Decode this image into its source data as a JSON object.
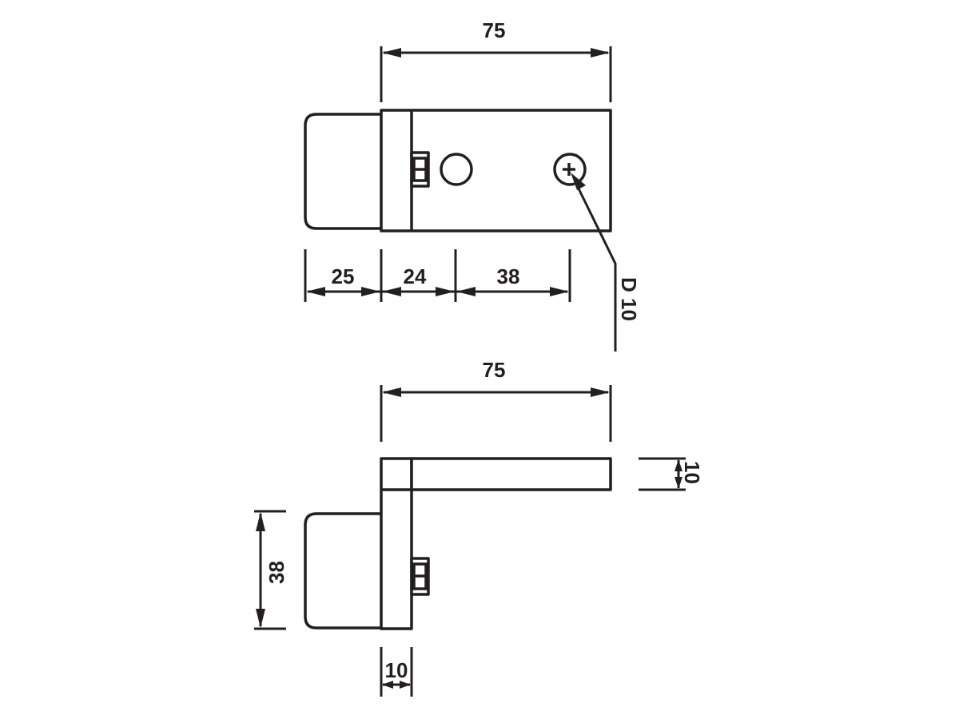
{
  "colors": {
    "line": "#231f20",
    "background": "#ffffff"
  },
  "top_view": {
    "overall_width": "75",
    "segment_1": "25",
    "segment_2": "24",
    "segment_3": "38",
    "hole_label": "D 10"
  },
  "front_view": {
    "overall_width": "75",
    "plate_thickness": "10",
    "block_height": "38",
    "post_width": "10"
  }
}
